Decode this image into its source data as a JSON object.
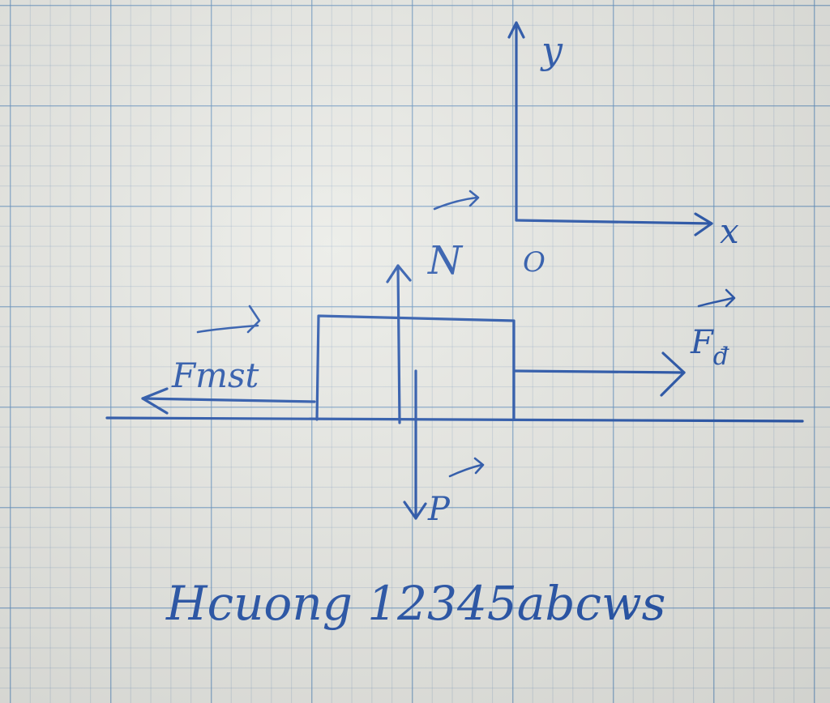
{
  "diagram": {
    "axis_y_label": "y",
    "axis_x_label": "x",
    "origin_label": "O",
    "force_normal_label": "N",
    "force_weight_label": "P",
    "force_friction_label": "Fmst",
    "force_traction_label": "F",
    "force_traction_subscript": "đ",
    "caption": "Hcuong 12345abcws"
  },
  "ink_color": "#1f4fa8"
}
